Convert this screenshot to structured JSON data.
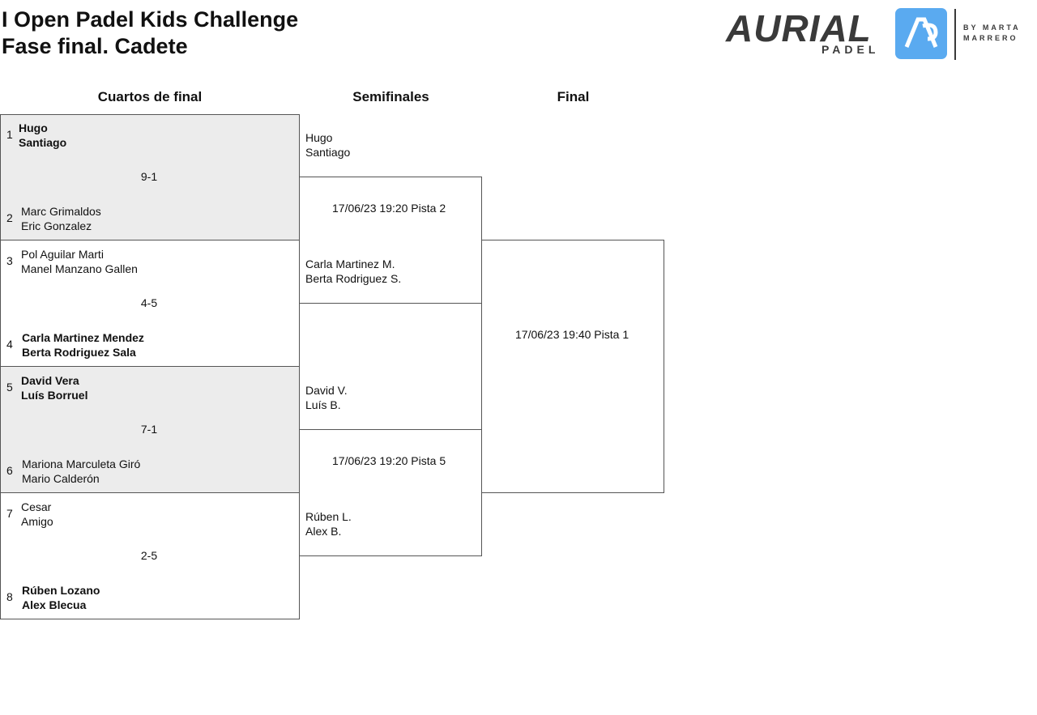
{
  "header": {
    "title_line1": "I Open Padel Kids Challenge",
    "title_line2": "Fase final. Cadete"
  },
  "logo": {
    "word": "AURIAL",
    "sub": "PADEL",
    "by_line1": "BY MARTA",
    "by_line2": "MARRERO"
  },
  "columns": {
    "quarters": "Cuartos de final",
    "semis": "Semifinales",
    "final": "Final"
  },
  "quarterfinals": [
    {
      "score": "9-1",
      "team_a": {
        "seed": "1",
        "p1": "Hugo",
        "p2": "Santiago"
      },
      "team_b": {
        "seed": "2",
        "p1": "Marc Grimaldos",
        "p2": "Eric Gonzalez"
      }
    },
    {
      "score": "4-5",
      "team_a": {
        "seed": "3",
        "p1": "Pol Aguilar Marti",
        "p2": "Manel Manzano Gallen"
      },
      "team_b": {
        "seed": "4",
        "p1": "Carla Martinez Mendez",
        "p2": "Berta Rodriguez Sala"
      }
    },
    {
      "score": "7-1",
      "team_a": {
        "seed": "5",
        "p1": "David Vera",
        "p2": "Luís Borruel"
      },
      "team_b": {
        "seed": "6",
        "p1": "Mariona Marculeta Giró",
        "p2": "Mario Calderón"
      }
    },
    {
      "score": "2-5",
      "team_a": {
        "seed": "7",
        "p1": "Cesar",
        "p2": "Amigo"
      },
      "team_b": {
        "seed": "8",
        "p1": "Rúben Lozano",
        "p2": "Alex Blecua"
      }
    }
  ],
  "semifinals": [
    {
      "schedule": "17/06/23 19:20 Pista 2",
      "team_a": {
        "p1": "Hugo",
        "p2": "Santiago"
      },
      "team_b": {
        "p1": "Carla Martinez M.",
        "p2": "Berta Rodriguez S."
      }
    },
    {
      "schedule": "17/06/23 19:20 Pista 5",
      "team_a": {
        "p1": "David V.",
        "p2": "Luís B."
      },
      "team_b": {
        "p1": "Rúben L.",
        "p2": "Alex B."
      }
    }
  ],
  "final": {
    "schedule": "17/06/23 19:40 Pista 1"
  }
}
